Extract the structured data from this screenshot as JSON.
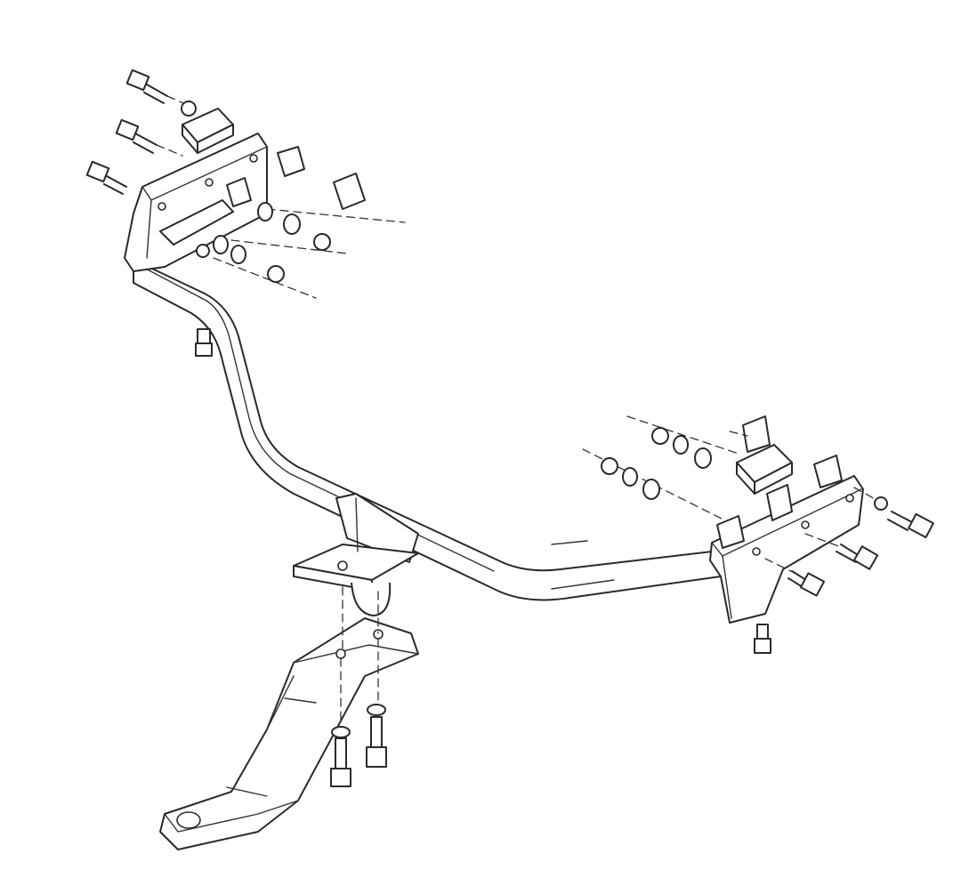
{
  "diagram": {
    "parts": [
      {
        "id": "hitch-crossbar",
        "icon": "crossbar-tube"
      },
      {
        "id": "left-mounting-bracket",
        "icon": "bracket-plate"
      },
      {
        "id": "right-mounting-bracket",
        "icon": "bracket-plate"
      },
      {
        "id": "center-receiver-bracket",
        "icon": "receiver-plate"
      },
      {
        "id": "ball-mount-drawbar",
        "icon": "drawbar"
      },
      {
        "id": "bolts",
        "icon": "hex-bolt"
      },
      {
        "id": "nuts",
        "icon": "hex-nut"
      },
      {
        "id": "washers",
        "icon": "washer"
      },
      {
        "id": "spacer-blocks",
        "icon": "square-spacer"
      }
    ],
    "colors": {
      "line": "#2a2a2a",
      "background": "#ffffff"
    }
  }
}
